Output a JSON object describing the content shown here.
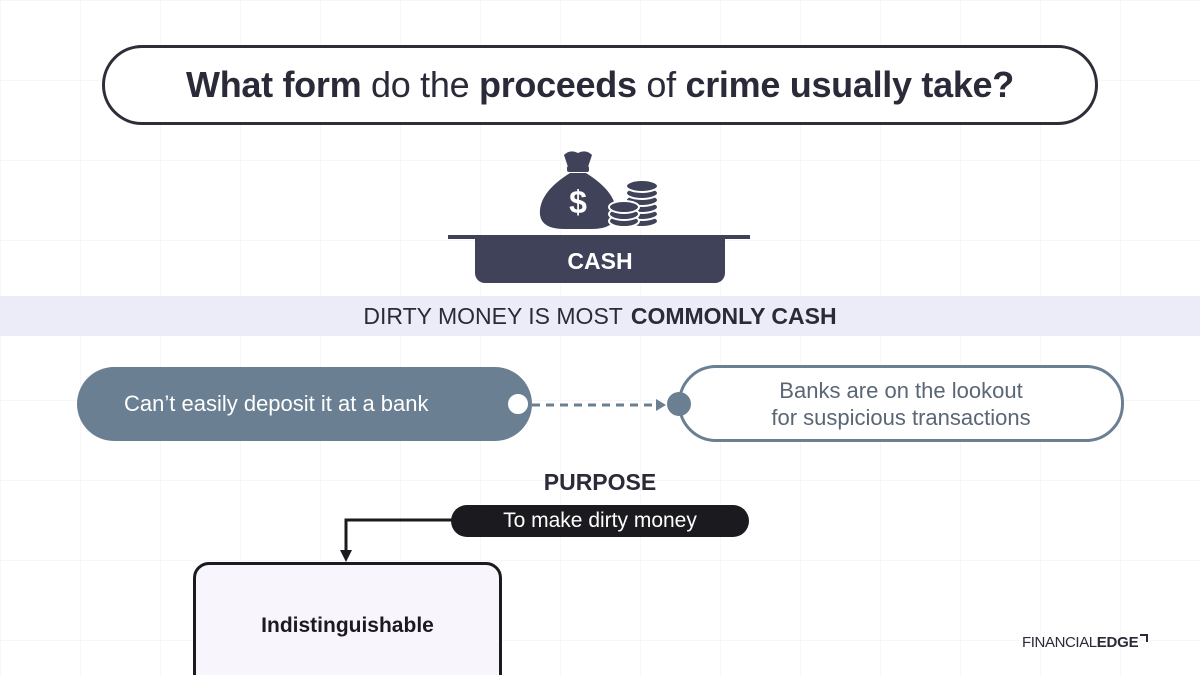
{
  "title": {
    "part1": "What form",
    "part2": " do the ",
    "part3": "proceeds",
    "part4": " of ",
    "part5": "crime usually take?"
  },
  "cash_icon": {
    "name": "money-bag-coins-icon",
    "symbol": "$"
  },
  "cash_label": "CASH",
  "band": {
    "normal": "DIRTY MONEY IS MOST",
    "bold": "COMMONLY CASH"
  },
  "left_pill": "Can’t easily deposit it at a bank",
  "right_pill": {
    "line1": "Banks are on the lookout",
    "line2": "for suspicious transactions"
  },
  "purpose": {
    "label": "PURPOSE",
    "pill": "To make dirty money"
  },
  "card": {
    "label": "Indistinguishable"
  },
  "logo": {
    "part1": "FINANCIAL",
    "part2": "EDGE"
  },
  "colors": {
    "dark": "#2a2a38",
    "slate": "#6b7f92",
    "navy": "#404259",
    "band": "#ececf8",
    "black_pill": "#1b1b1f",
    "card_fill": "#f9f5fc"
  }
}
